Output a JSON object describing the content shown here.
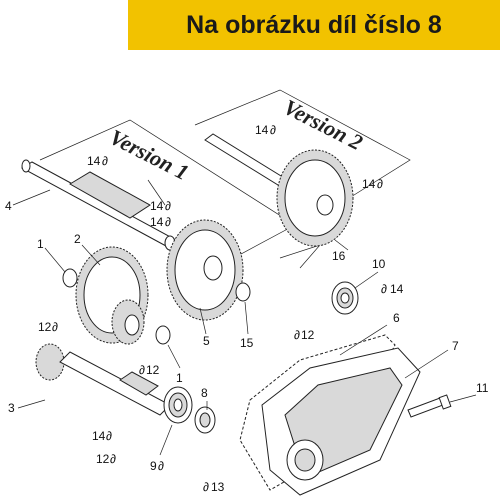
{
  "banner": {
    "text": "Na obrázku díl číslo 8"
  },
  "versions": [
    "Version 1",
    "Version 2"
  ],
  "callouts": {
    "c1a": "1",
    "c1b": "1",
    "c2": "2",
    "c3": "3",
    "c4": "4",
    "c5": "5",
    "c6": "6",
    "c7": "7",
    "c8": "8",
    "c9": "9",
    "c10": "10",
    "c11": "11",
    "c12a": "12",
    "c12b": "12",
    "c12c": "12",
    "c12d": "12",
    "c13": "13",
    "c14a": "14",
    "c14b": "14",
    "c14c": "14",
    "c14d": "14",
    "c14e": "14",
    "c14f": "14",
    "c14g": "14",
    "c15": "15",
    "c16": "16"
  },
  "colors": {
    "banner": "#f2c200",
    "ink": "#222222",
    "shade": "#d9d9d9"
  }
}
